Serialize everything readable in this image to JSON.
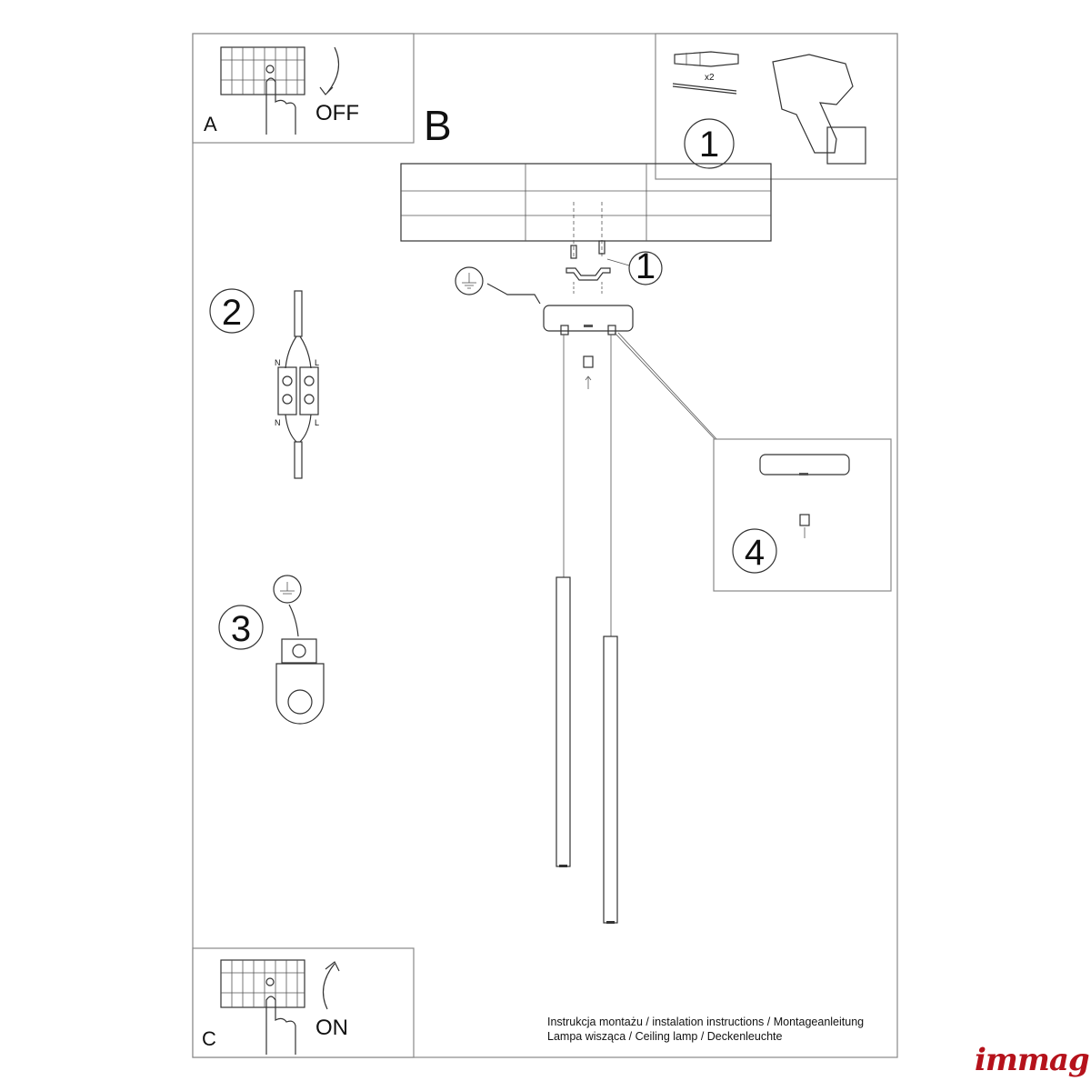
{
  "panels": {
    "a": {
      "label": "A",
      "action": "OFF"
    },
    "b": {
      "label": "B"
    },
    "c": {
      "label": "C",
      "action": "ON"
    }
  },
  "steps": {
    "s1": "1",
    "s1_callout": "1",
    "s2": "2",
    "s3": "3",
    "s4": "4"
  },
  "parts": {
    "anchor_qty": "x2"
  },
  "terminal": {
    "n_top": "N",
    "l_top": "L",
    "n_bottom": "N",
    "l_bottom": "L"
  },
  "caption": {
    "line1": "Instrukcja montażu / instalation instructions / Montageanleitung",
    "line2": "Lampa wisząca / Ceiling lamp / Deckenleuchte"
  },
  "brand": {
    "name": "immag",
    "color": "#b5121b"
  }
}
